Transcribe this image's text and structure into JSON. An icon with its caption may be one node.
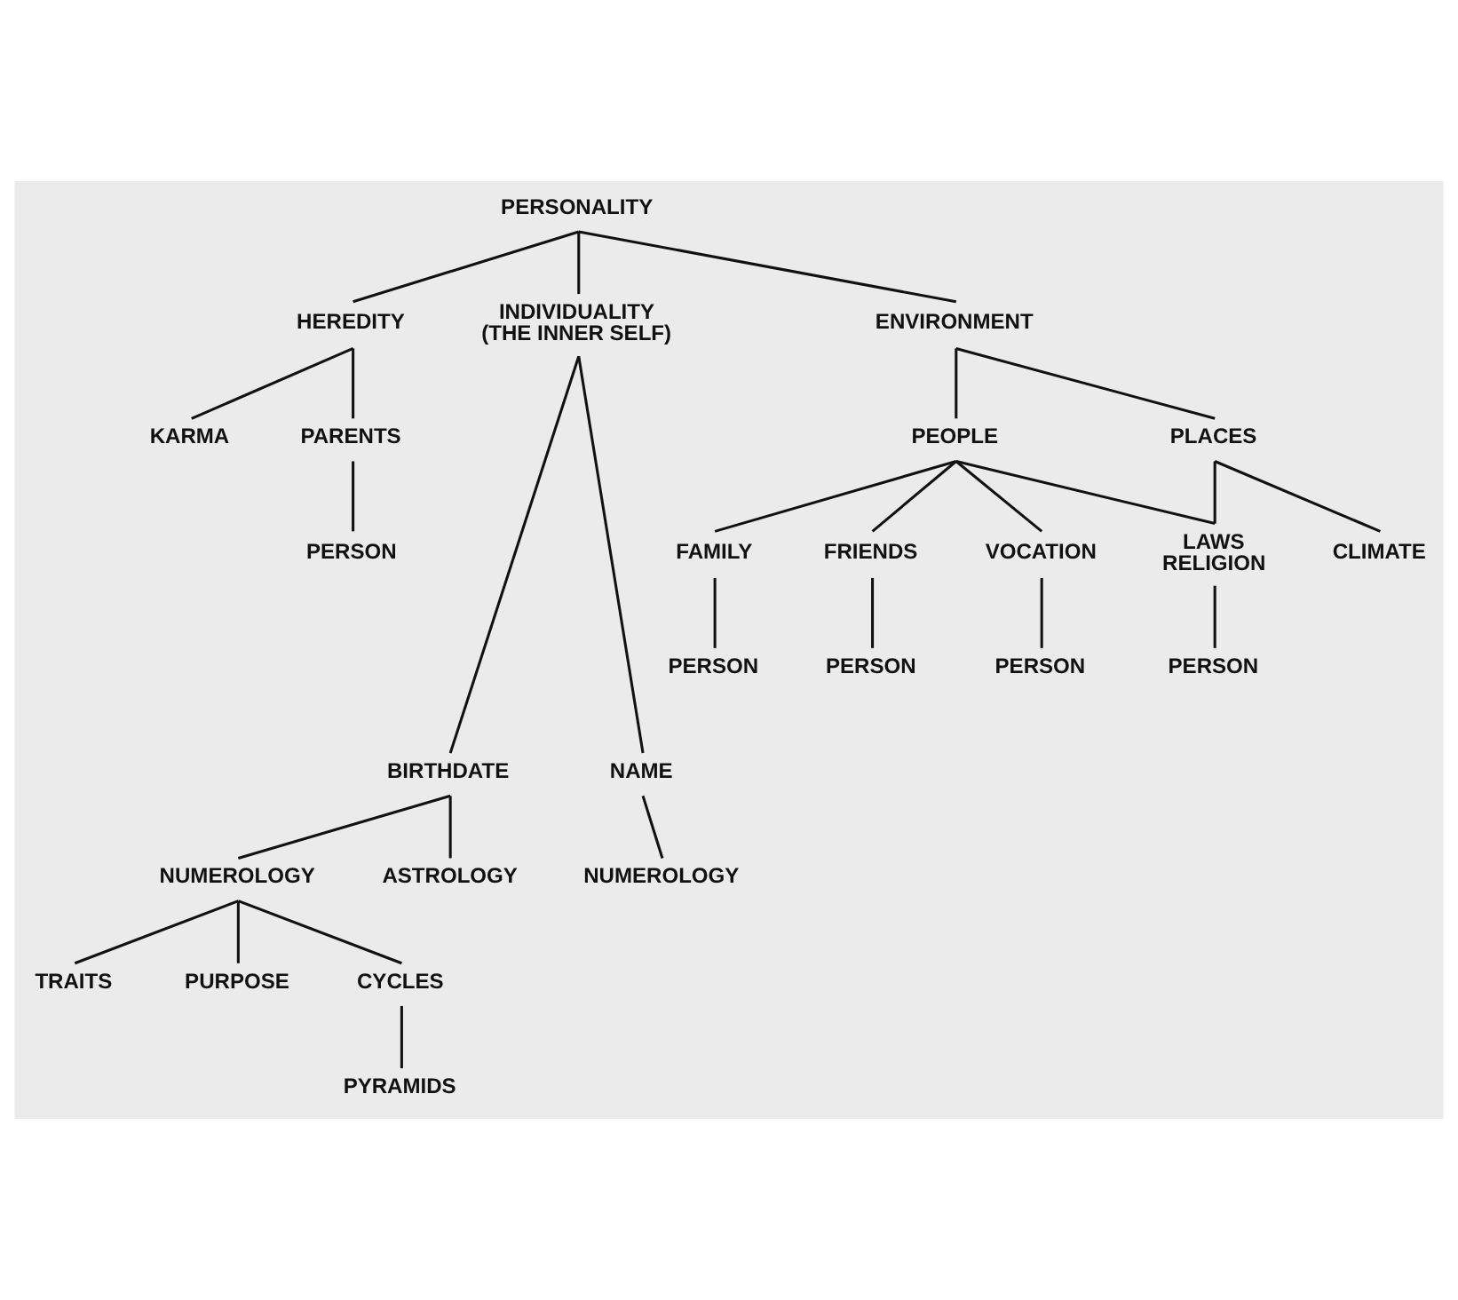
{
  "diagram": {
    "nodes": [
      {
        "text": [
          "PERSONALITY"
        ]
      },
      {
        "text": [
          "HEREDITY"
        ]
      },
      {
        "text": [
          "INDIVIDUALITY (THE INNER SELF)"
        ]
      },
      {
        "text": [
          "ENVIRONMENT"
        ]
      },
      {
        "text": [
          "KARMA"
        ]
      },
      {
        "text": [
          "PARENTS"
        ]
      },
      {
        "text": [
          "PEOPLE"
        ]
      },
      {
        "text": [
          "PLACES"
        ]
      },
      {
        "text": [
          "PERSON"
        ]
      },
      {
        "text": [
          "FAMILY"
        ]
      },
      {
        "text": [
          "FRIENDS"
        ]
      },
      {
        "text": [
          "VOCATION"
        ]
      },
      {
        "text": [
          "LAWS RELIGION"
        ]
      },
      {
        "text": [
          "CLIMATE"
        ]
      },
      {
        "text": [
          "PERSON"
        ]
      },
      {
        "text": [
          "PERSON"
        ]
      },
      {
        "text": [
          "PERSON"
        ]
      },
      {
        "text": [
          "PERSON"
        ]
      },
      {
        "text": [
          "BIRTHDATE"
        ]
      },
      {
        "text": [
          "NAME"
        ]
      },
      {
        "text": [
          "NUMEROLOGY"
        ]
      },
      {
        "text": [
          "ASTROLOGY"
        ]
      },
      {
        "text": [
          "NUMEROLOGY"
        ]
      },
      {
        "text": [
          "TRAITS"
        ]
      },
      {
        "text": [
          "PURPOSE"
        ]
      },
      {
        "text": [
          "CYCLES"
        ]
      },
      {
        "text": [
          "PYRAMIDS"
        ]
      }
    ],
    "edges": [
      {
        "from": 0,
        "to": 1,
        "arrow": "none"
      },
      {
        "from": 0,
        "to": 2,
        "arrow": "none"
      },
      {
        "from": 0,
        "to": 3,
        "arrow": "none"
      },
      {
        "from": 1,
        "to": 4,
        "arrow": "none"
      },
      {
        "from": 1,
        "to": 5,
        "arrow": "none"
      },
      {
        "from": 5,
        "to": 8,
        "arrow": "none"
      },
      {
        "from": 3,
        "to": 6,
        "arrow": "none"
      },
      {
        "from": 3,
        "to": 7,
        "arrow": "none"
      },
      {
        "from": 6,
        "to": 9,
        "arrow": "none"
      },
      {
        "from": 6,
        "to": 10,
        "arrow": "none"
      },
      {
        "from": 6,
        "to": 11,
        "arrow": "none"
      },
      {
        "from": 6,
        "to": 12,
        "arrow": "none"
      },
      {
        "from": 7,
        "to": 12,
        "arrow": "none"
      },
      {
        "from": 7,
        "to": 13,
        "arrow": "none"
      },
      {
        "from": 9,
        "to": 14,
        "arrow": "none"
      },
      {
        "from": 10,
        "to": 15,
        "arrow": "none"
      },
      {
        "from": 11,
        "to": 16,
        "arrow": "none"
      },
      {
        "from": 12,
        "to": 17,
        "arrow": "none"
      },
      {
        "from": 2,
        "to": 18,
        "arrow": "none"
      },
      {
        "from": 2,
        "to": 19,
        "arrow": "none"
      },
      {
        "from": 18,
        "to": 20,
        "arrow": "none"
      },
      {
        "from": 18,
        "to": 21,
        "arrow": "none"
      },
      {
        "from": 19,
        "to": 22,
        "arrow": "none"
      },
      {
        "from": 20,
        "to": 23,
        "arrow": "none"
      },
      {
        "from": 20,
        "to": 24,
        "arrow": "none"
      },
      {
        "from": 20,
        "to": 25,
        "arrow": "none"
      },
      {
        "from": 25,
        "to": 26,
        "arrow": "none"
      }
    ]
  }
}
